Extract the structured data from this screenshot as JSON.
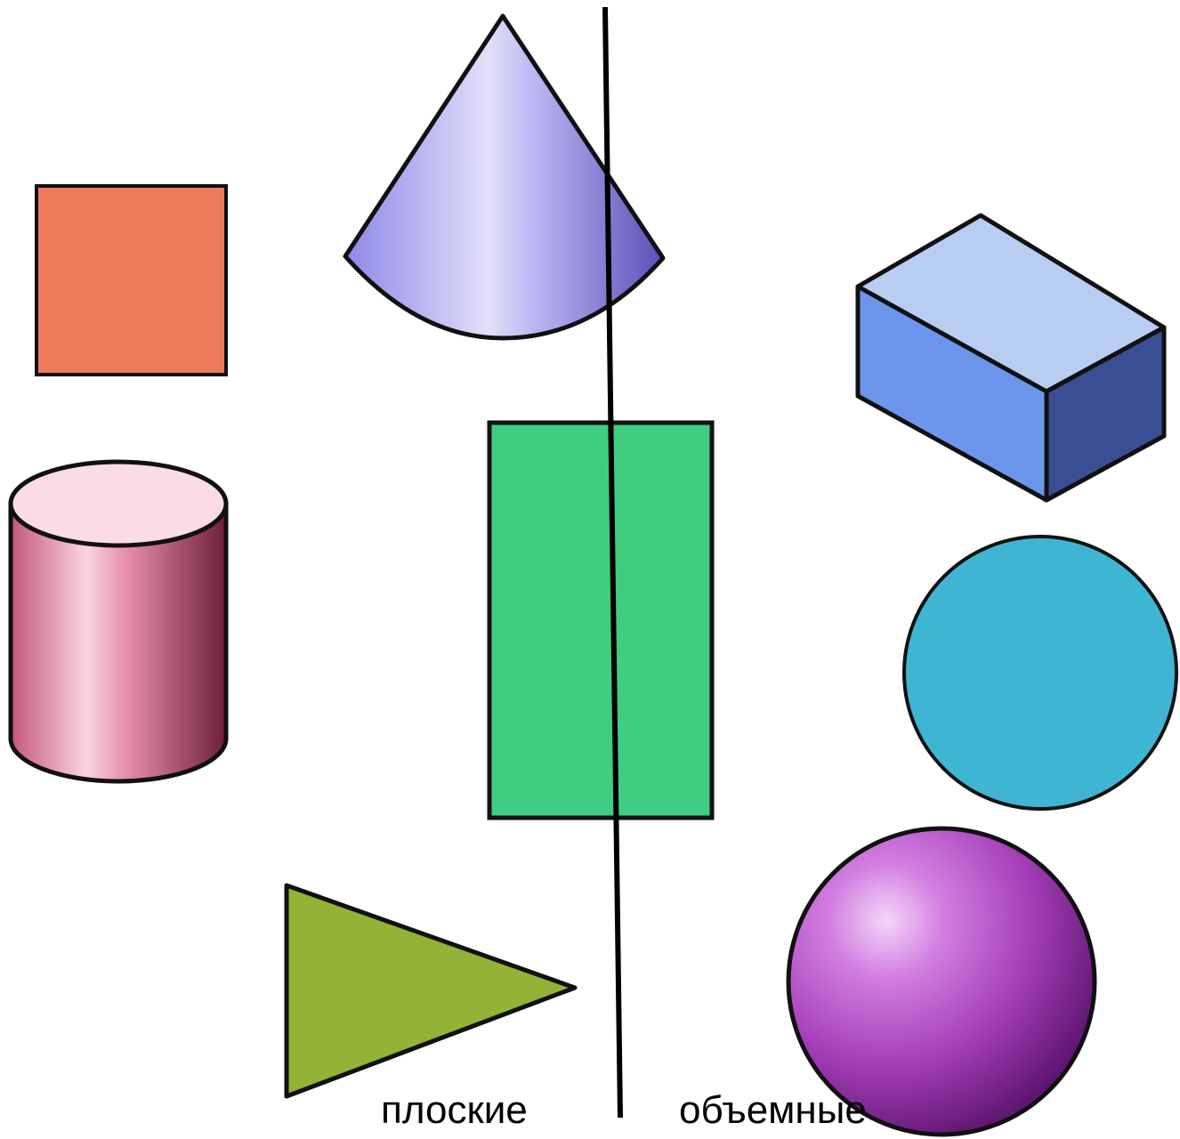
{
  "labels": {
    "flat": "плоские",
    "volume": "объемные"
  },
  "shapes": [
    {
      "name": "square",
      "category": "flat",
      "color": "#EE7A5E"
    },
    {
      "name": "rectangle",
      "category": "flat",
      "color": "#3FCD82"
    },
    {
      "name": "triangle",
      "category": "flat",
      "color": "#94B336"
    },
    {
      "name": "circle",
      "category": "flat",
      "color": "#3EB6D3"
    },
    {
      "name": "cone",
      "category": "volume",
      "color": "#A9A6EE"
    },
    {
      "name": "cylinder",
      "category": "volume",
      "color": "#E37B97"
    },
    {
      "name": "box",
      "category": "volume",
      "color": "#6E98EE"
    },
    {
      "name": "sphere",
      "category": "volume",
      "color": "#A63BB8"
    }
  ],
  "divider_color": "#000000"
}
